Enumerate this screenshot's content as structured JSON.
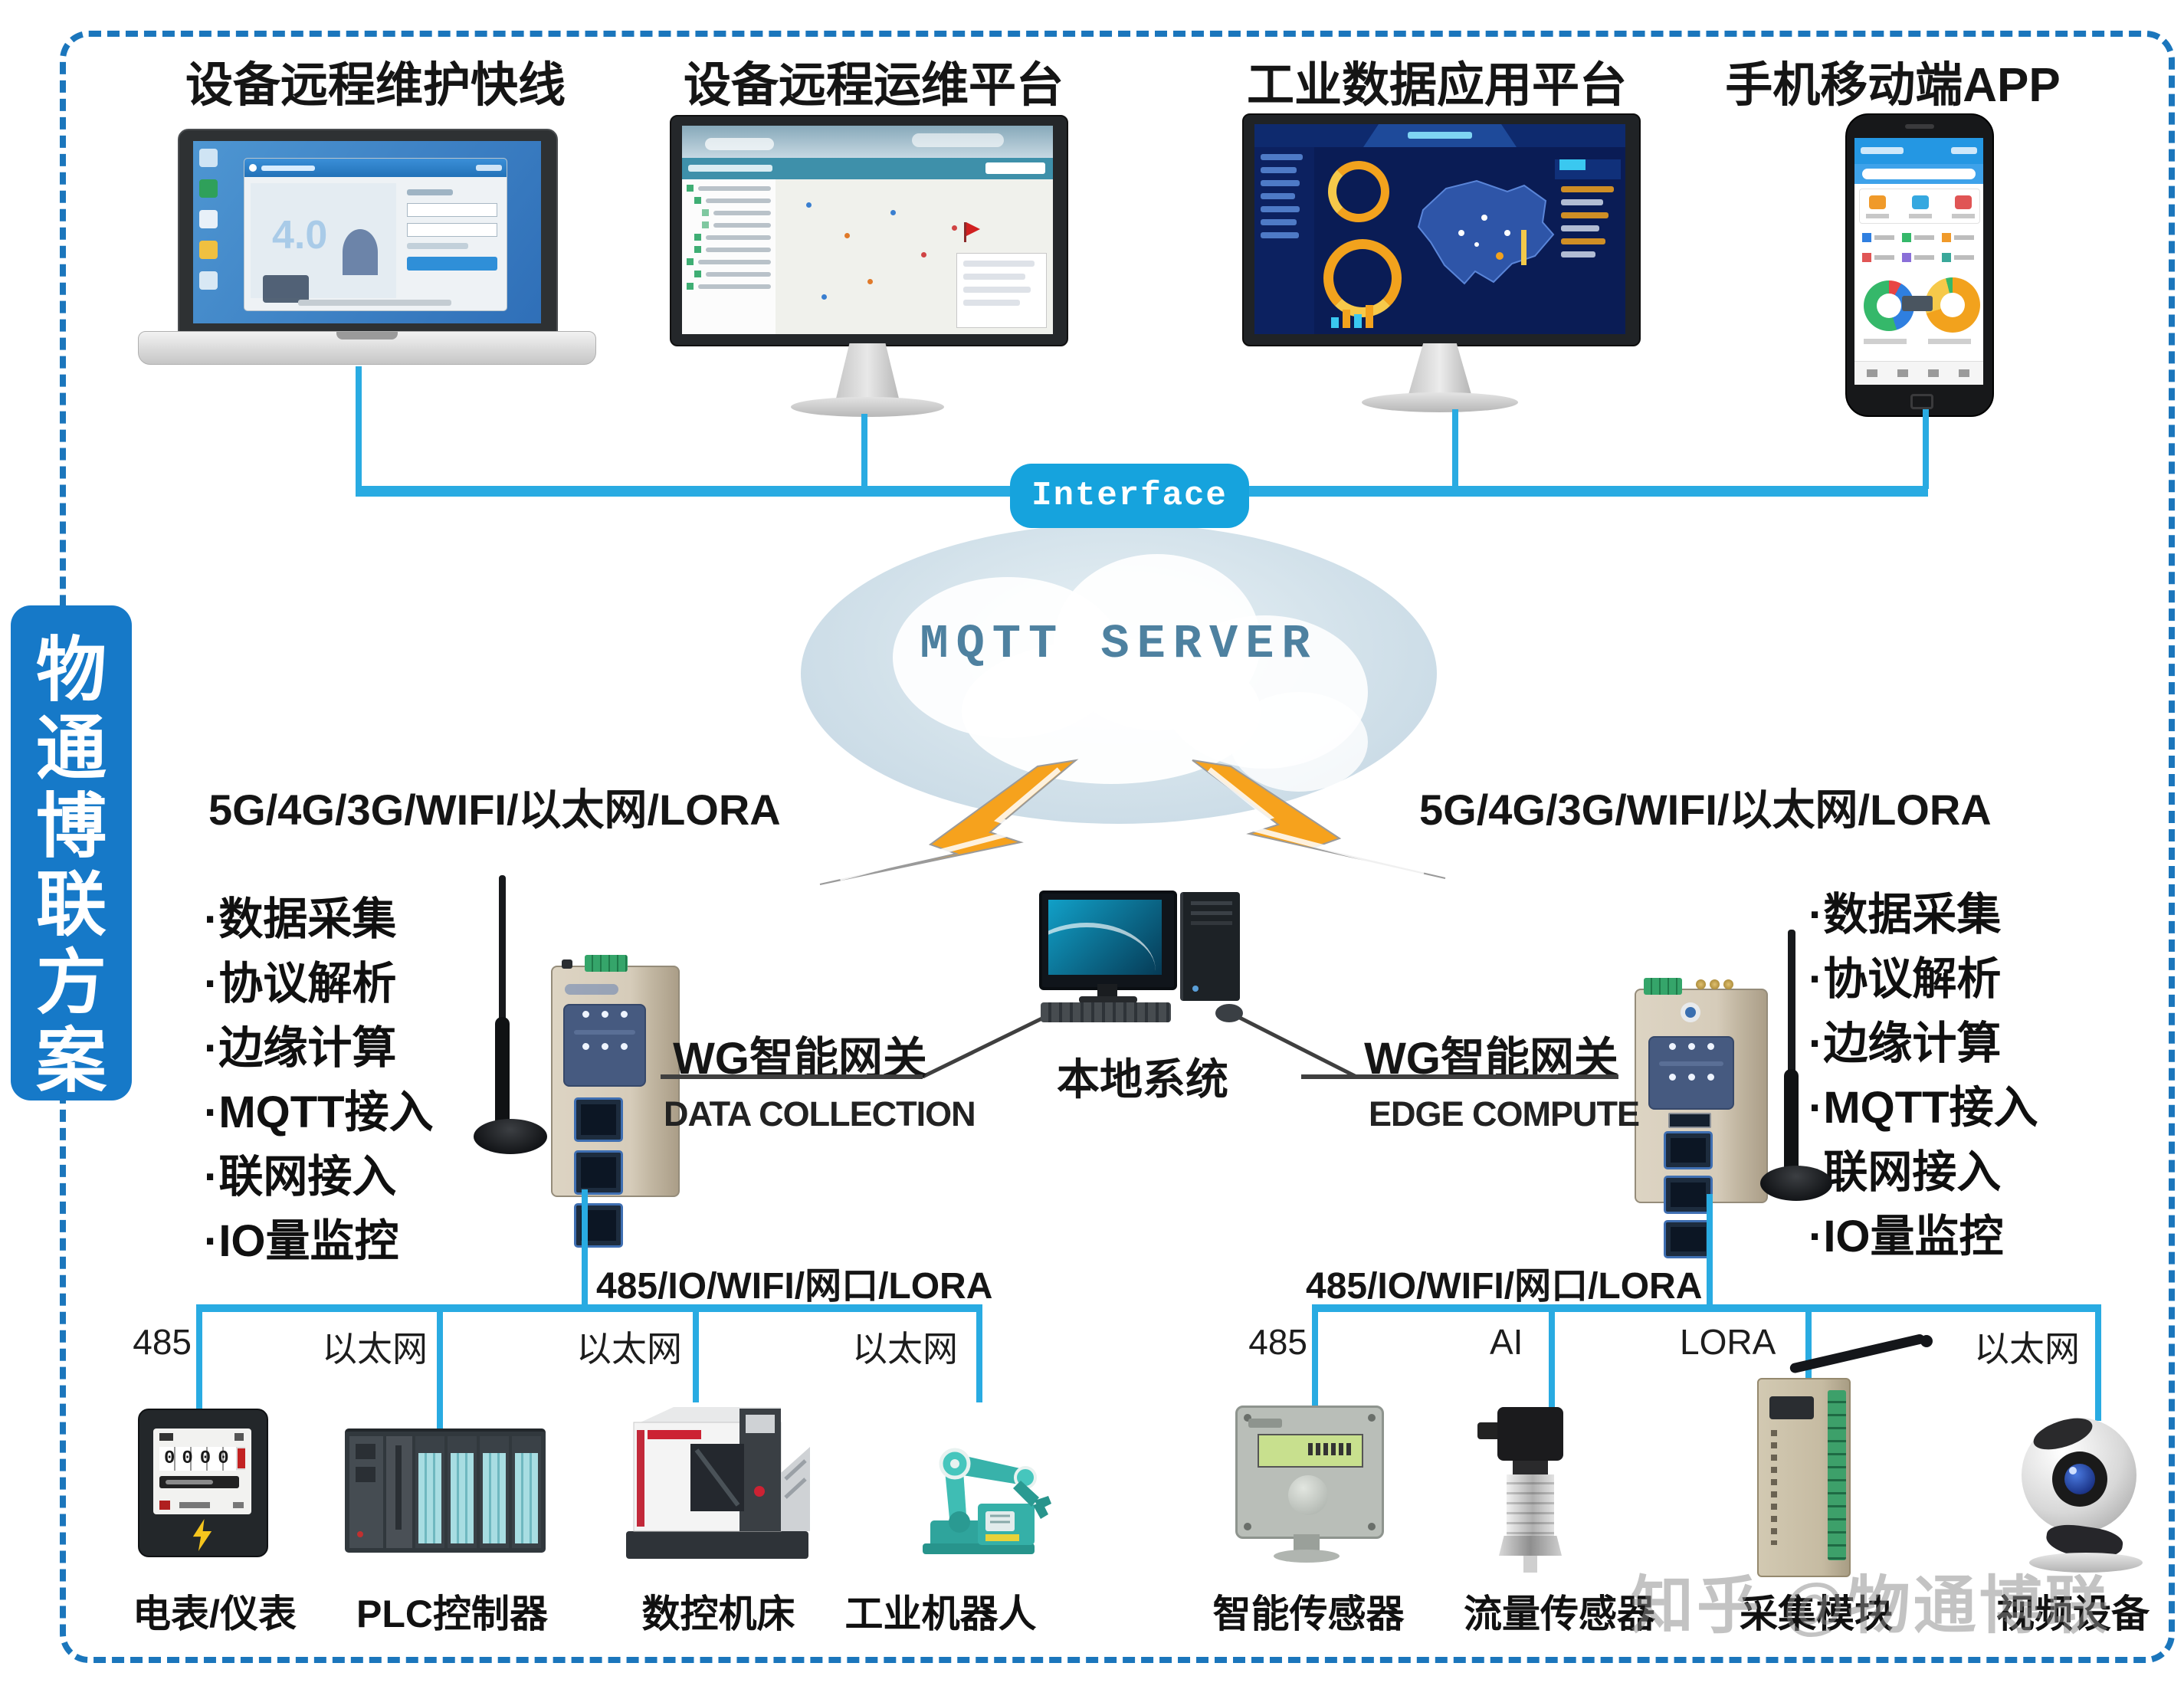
{
  "watermark": {
    "text": "知乎 @物通博联"
  },
  "sidebar": {
    "label": "物通博联方案",
    "chars": [
      "物",
      "通",
      "博",
      "联",
      "方",
      "案"
    ],
    "bg": "#1679c8"
  },
  "top_platforms": [
    {
      "title": "设备远程维护快线"
    },
    {
      "title": "设备远程运维平台"
    },
    {
      "title": "工业数据应用平台"
    },
    {
      "title": "手机移动端APP"
    }
  ],
  "cloud": {
    "interface_label": "Interface",
    "server_label": "MQTT SERVER",
    "fill": "#cddde8",
    "text_color": "#4e81a0",
    "interface_bg": "#16a3dd"
  },
  "links": {
    "uplink_left": "5G/4G/3G/WIFI/以太网/LORA",
    "uplink_right": "5G/4G/3G/WIFI/以太网/LORA",
    "downlink_left": "485/IO/WIFI/网口/LORA",
    "downlink_right": "485/IO/WIFI/网口/LORA",
    "line_color": "#29abe2",
    "bolt_color": "#f6a21d",
    "frame_color": "#1b76bc"
  },
  "features_left": [
    "·数据采集",
    "·协议解析",
    "·边缘计算",
    "·MQTT接入",
    "·联网接入",
    "·IO量监控"
  ],
  "features_right": [
    "·数据采集",
    "·协议解析",
    "·边缘计算",
    "·MQTT接入",
    "·联网接入",
    "·IO量监控"
  ],
  "gateways": {
    "left": {
      "name": "WG智能网关",
      "subtitle": "DATA COLLECTION"
    },
    "right": {
      "name": "WG智能网关",
      "subtitle": "EDGE COMPUTE"
    }
  },
  "local_system": {
    "label": "本地系统"
  },
  "left_devices": [
    {
      "port": "485",
      "name": "电表/仪表"
    },
    {
      "port": "以太网",
      "name": "PLC控制器"
    },
    {
      "port": "以太网",
      "name": "数控机床"
    },
    {
      "port": "以太网",
      "name": "工业机器人"
    }
  ],
  "right_devices": [
    {
      "port": "485",
      "name": "智能传感器"
    },
    {
      "port": "AI",
      "name": "流量传感器"
    },
    {
      "port": "LORA",
      "name": "采集模块"
    },
    {
      "port": "以太网",
      "name": "视频设备"
    }
  ],
  "meter": {
    "digits": "0000"
  },
  "laptop_screen": {
    "big_text": "4.0"
  }
}
